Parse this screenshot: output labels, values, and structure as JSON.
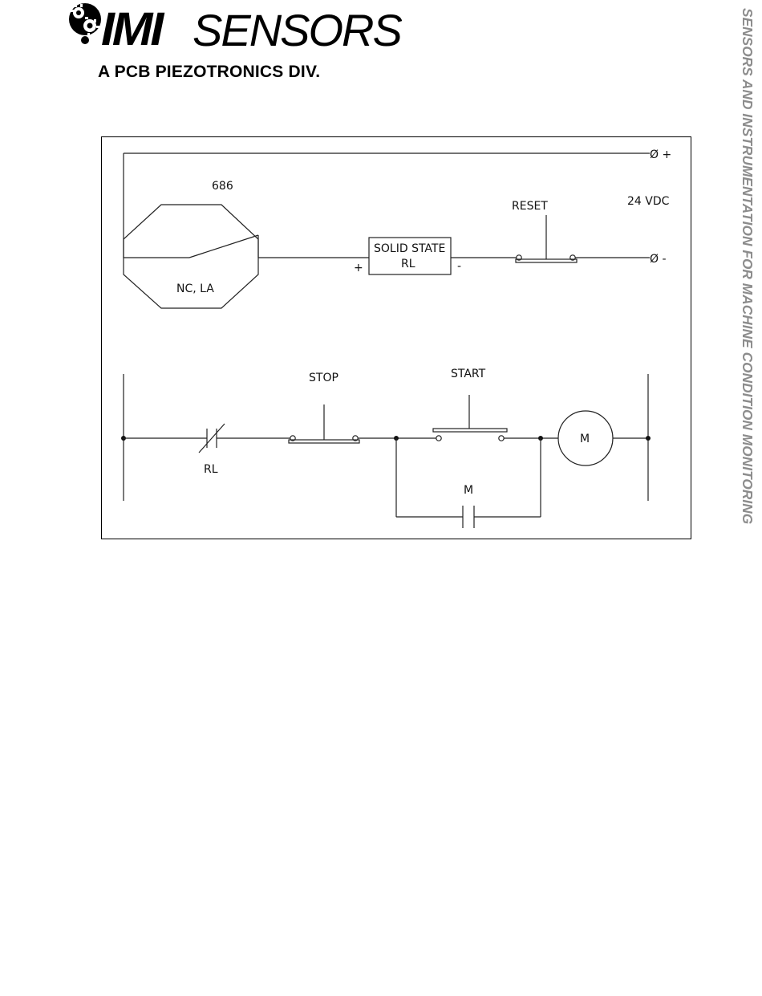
{
  "header": {
    "brand_main": "IMI",
    "brand_secondary": "SENSORS",
    "brand_subtitle": "A PCB PIEZOTRONICS DIV.",
    "side_tagline": "SENSORS AND INSTRUMENTATION FOR MACHINE CONDITION MONITORING"
  },
  "diagram": {
    "labels": {
      "switch_model": "686",
      "switch_type": "NC, LA",
      "relay_line1": "SOLID STATE",
      "relay_line2": "RL",
      "relay_plus": "+",
      "relay_minus": "-",
      "reset": "RESET",
      "supply_plus": "Ø +",
      "supply_minus": "Ø -",
      "supply_voltage": "24 VDC",
      "stop": "STOP",
      "start": "START",
      "rl_contact": "RL",
      "motor": "M",
      "hold_contact": "M"
    }
  }
}
